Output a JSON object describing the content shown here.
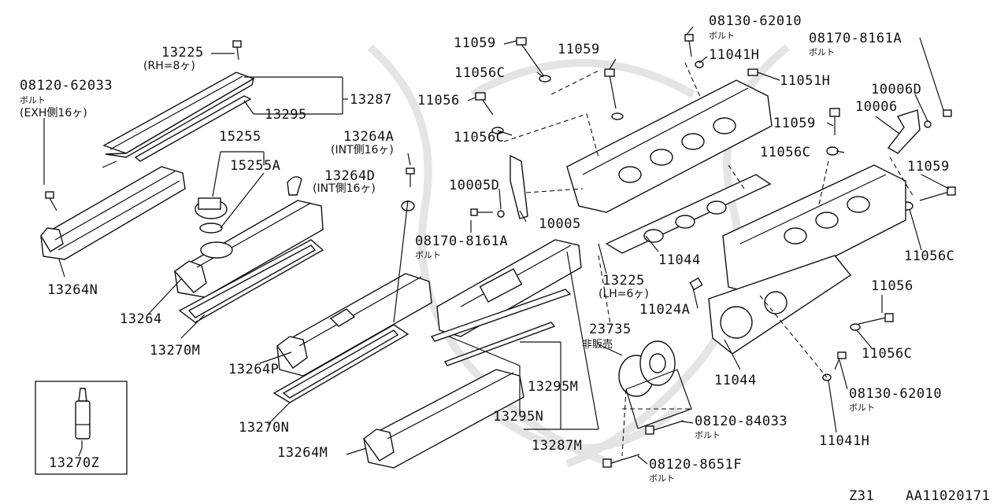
{
  "labels": {
    "p13225_a": "13225",
    "p13225_a_sub": "(RH=8ヶ)",
    "p08120_62033": "08120-62033",
    "p08120_62033_sub1": "ボルト",
    "p08120_62033_sub2": "(EXH側16ヶ)",
    "p13287_a": "13287",
    "p13295_a": "13295",
    "p15255": "15255",
    "p15255A": "15255A",
    "p13264A": "13264A",
    "p13264A_sub": "(INT側16ヶ)",
    "p13264D": "13264D",
    "p13264D_sub": "(INT側16ヶ)",
    "p13264N": "13264N",
    "p13264": "13264",
    "p13270M": "13270M",
    "p13264P": "13264P",
    "p13270N": "13270N",
    "p13264M": "13264M",
    "p13270Z": "13270Z",
    "p11059_a": "11059",
    "p11056C_a": "11056C",
    "p11056_a": "11056",
    "p11056C_b": "11056C",
    "p11059_b": "11059",
    "p10005D": "10005D",
    "p10005": "10005",
    "p08170_8161A_a": "08170-8161A",
    "p08170_8161A_a_sub": "ボルト",
    "p08130_62010_a": "08130-62010",
    "p08130_62010_a_sub": "ボルト",
    "p11041H_a": "11041H",
    "p11051H": "11051H",
    "p08170_8161A_b": "08170-8161A",
    "p08170_8161A_b_sub": "ボルト",
    "p10006D": "10006D",
    "p10006": "10006",
    "p11059_c": "11059",
    "p11056C_c": "11056C",
    "p11059_d": "11059",
    "p11056C_d": "11056C",
    "p11044_a": "11044",
    "p13225_b": "13225",
    "p13225_b_sub": "(LH=6ヶ)",
    "p11024A": "11024A",
    "p23735": "23735",
    "p_hihanbai": "非販売",
    "p13295M": "13295M",
    "p13295N": "13295N",
    "p13287M": "13287M",
    "p11056_b": "11056",
    "p11056C_e": "11056C",
    "p11044_b": "11044",
    "p08130_62010_b": "08130-62010",
    "p08130_62010_b_sub": "ボルト",
    "p08120_84033": "08120-84033",
    "p08120_84033_sub": "ボルト",
    "p11041H_b": "11041H",
    "p08120_8651F": "08120-8651F",
    "p08120_8651F_sub": "ボルト",
    "p_z31": "Z31",
    "p_code": "AA11020171"
  },
  "colors": {
    "line": "#111111",
    "watermark": "#e2e2e2",
    "background": "#ffffff"
  }
}
